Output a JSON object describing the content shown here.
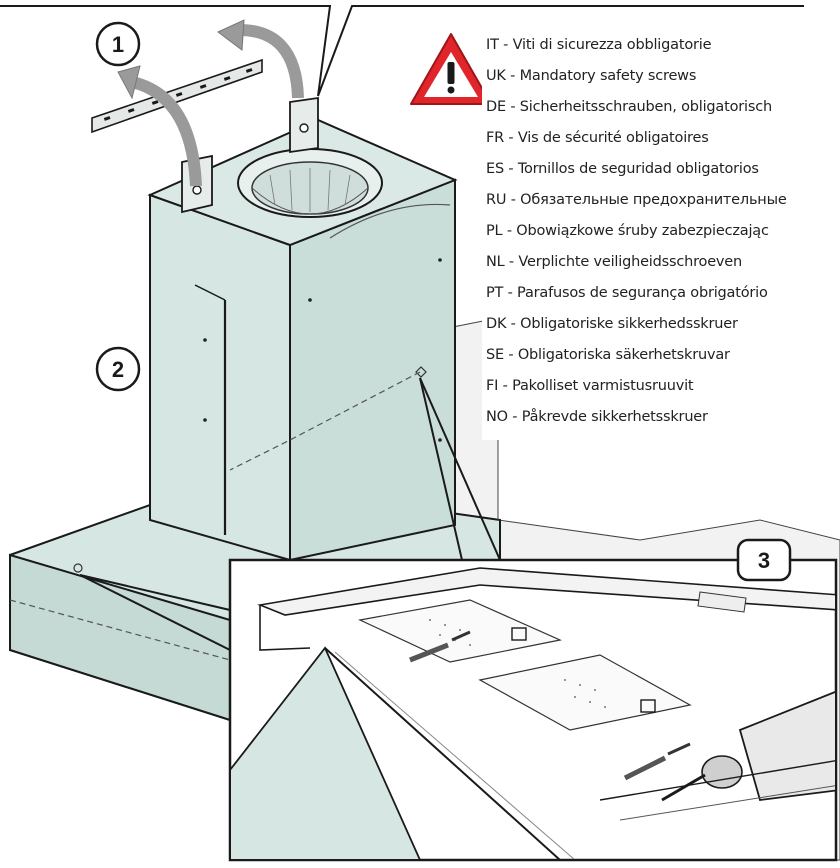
{
  "steps": [
    {
      "number": "1"
    },
    {
      "number": "2"
    },
    {
      "number": "3"
    }
  ],
  "warning_icon": "warning-triangle-icon",
  "safety_notes": [
    {
      "text": "IT - Viti di sicurezza obbligatorie"
    },
    {
      "text": "UK - Mandatory safety screws"
    },
    {
      "text": "DE - Sicherheitsschrauben, obligatorisch"
    },
    {
      "text": "FR - Vis de sécurité obligatoires"
    },
    {
      "text": "ES - Tornillos de seguridad obligatorios"
    },
    {
      "text": "RU - Обязательные предохранительные"
    },
    {
      "text": "PL - Obowiązkowe śruby zabezpieczając"
    },
    {
      "text": "NL - Verplichte veiligheidsschroeven"
    },
    {
      "text": "PT - Parafusos de segurança obrigatório"
    },
    {
      "text": "DK - Obligatoriske sikkerhedsskruer"
    },
    {
      "text": "SE - Obligatoriska säkerhetskruvar"
    },
    {
      "text": "FI - Pakolliset varmistusruuvit"
    },
    {
      "text": "NO - Påkrevde sikkerhetsskruer"
    }
  ],
  "colors": {
    "chimney": "#d6e6e3",
    "chimney_side": "#bcd3cf",
    "outline": "#1a1a1a",
    "warning_red": "#e0262b",
    "arrow_gray": "#9a9a9a"
  }
}
